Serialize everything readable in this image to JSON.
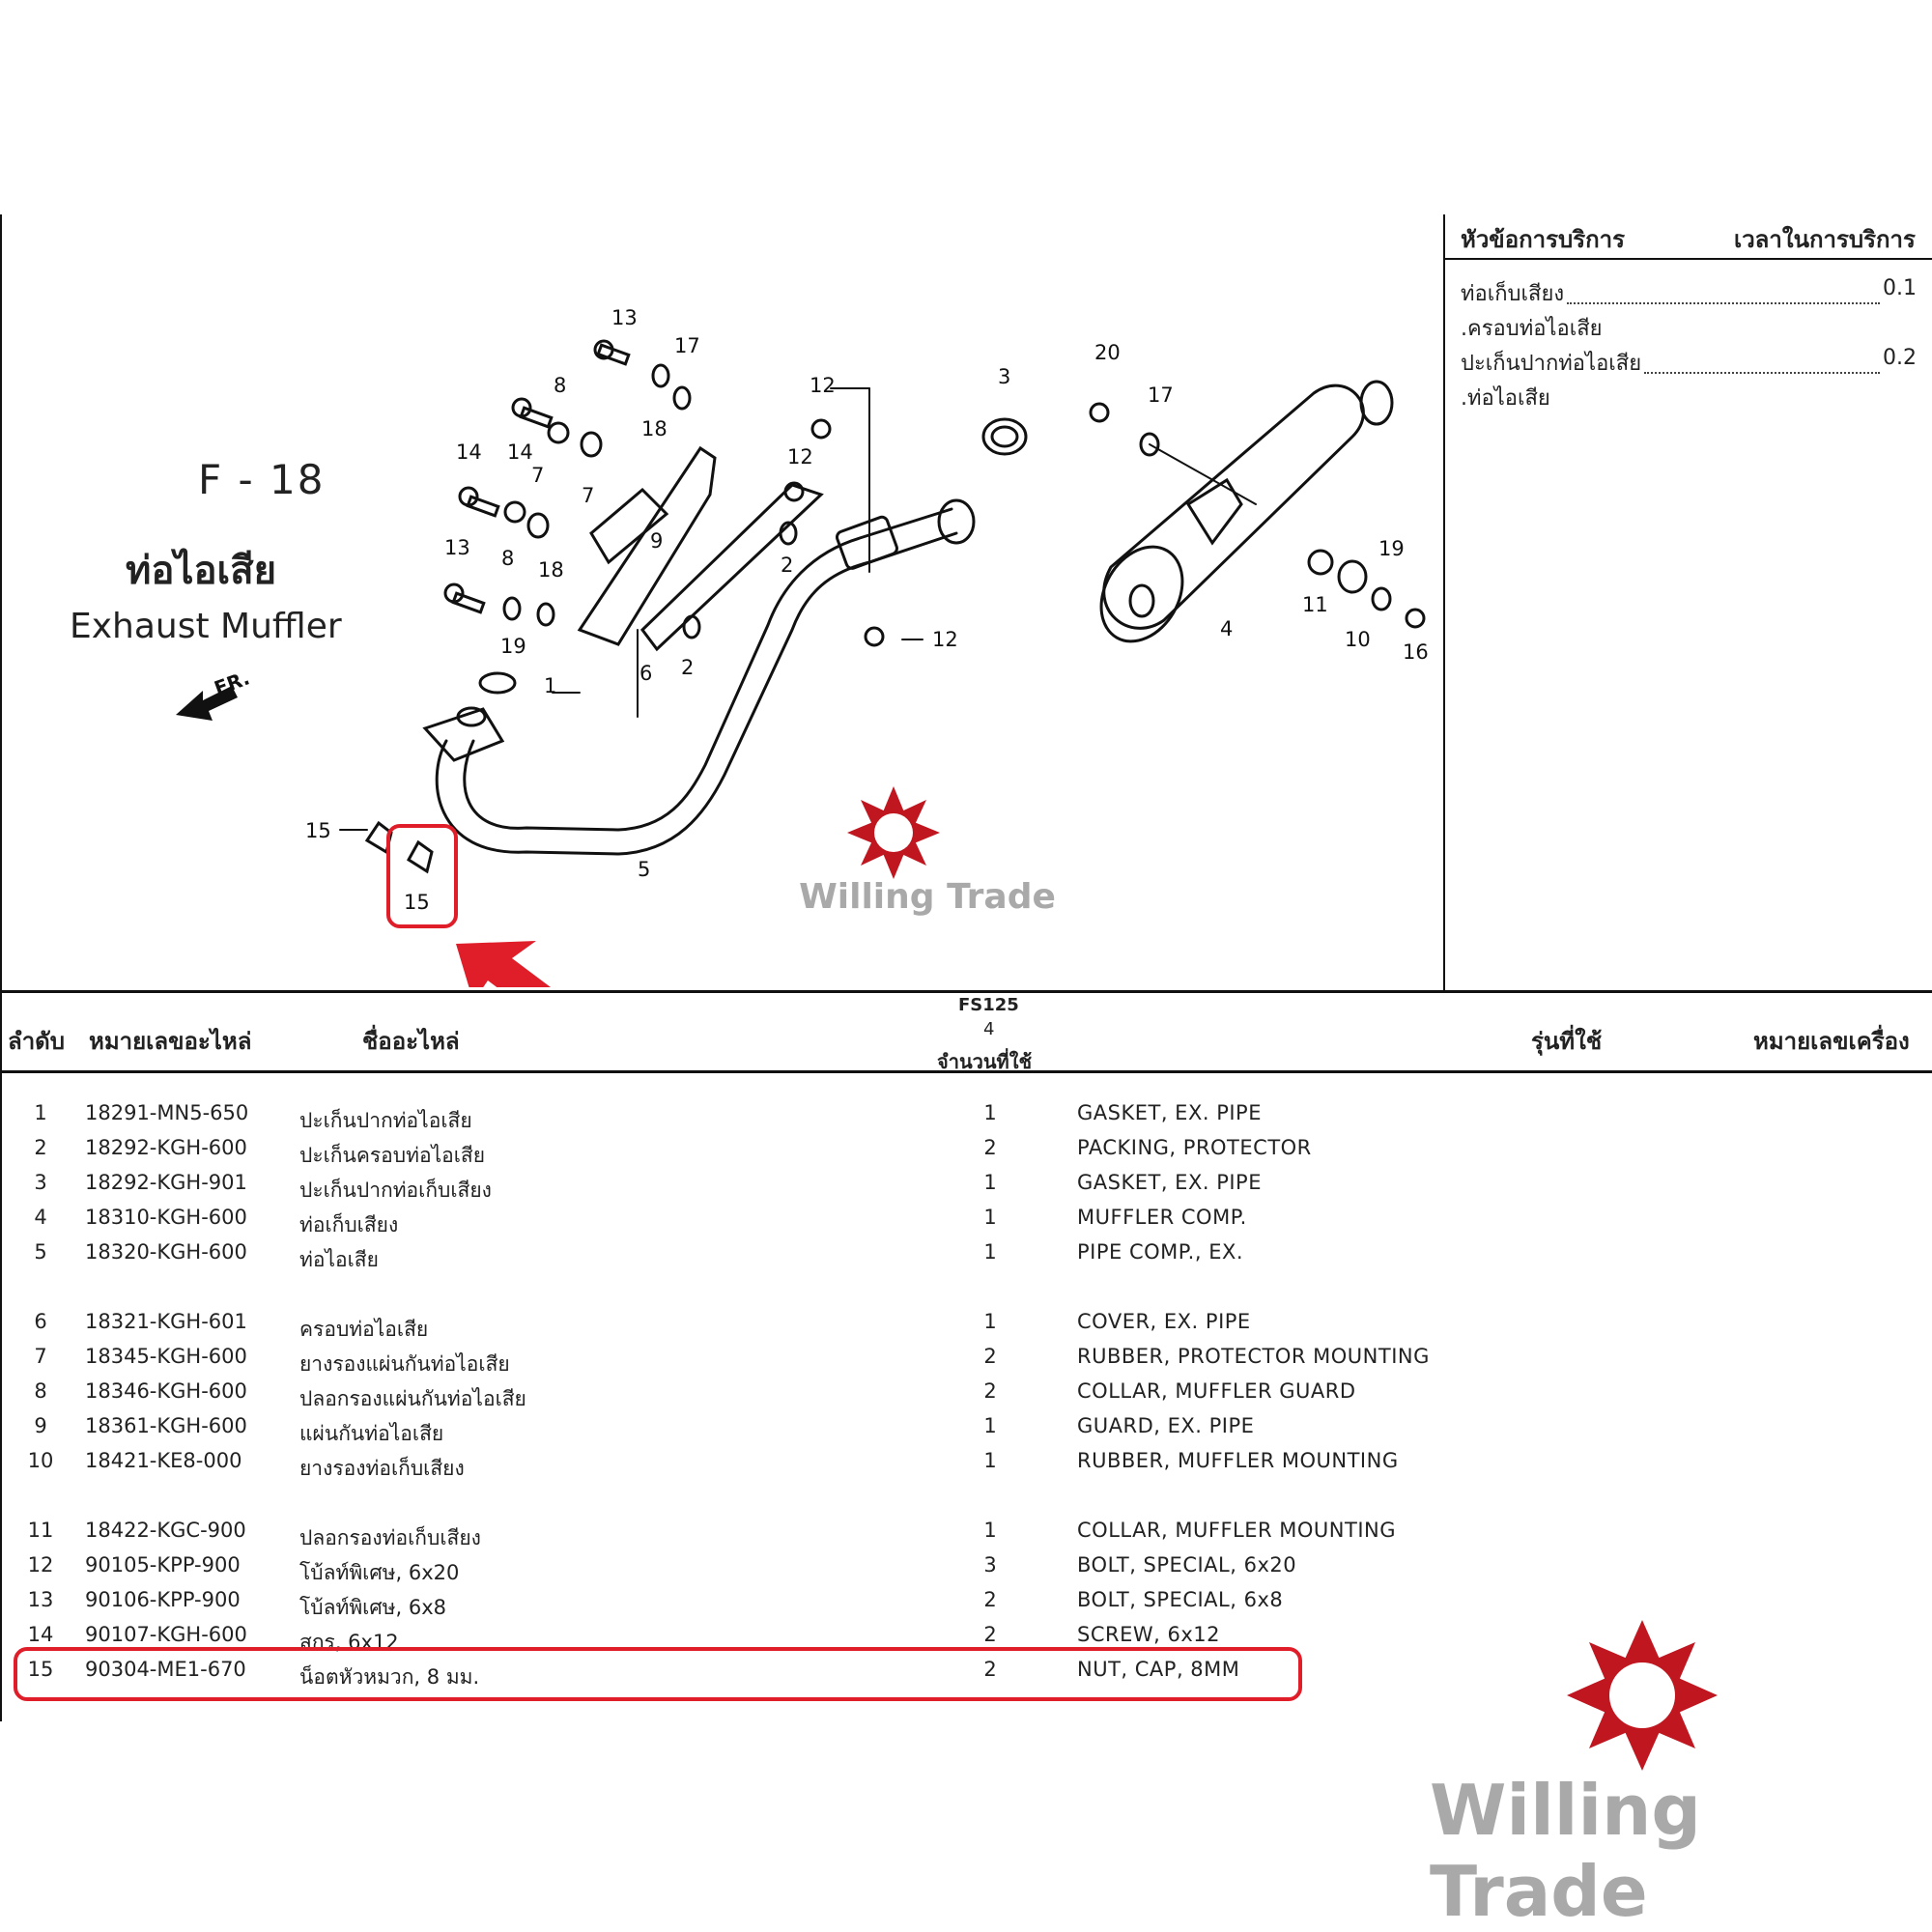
{
  "figure": {
    "code": "F - 18",
    "title_th": "ท่อไอเสีย",
    "title_en": "Exhaust Muffler",
    "front_label": "FR."
  },
  "callouts": [
    "1",
    "2",
    "2",
    "3",
    "4",
    "5",
    "6",
    "7",
    "7",
    "8",
    "8",
    "9",
    "10",
    "11",
    "12",
    "12",
    "12",
    "13",
    "13",
    "14",
    "14",
    "15",
    "15",
    "16",
    "17",
    "17",
    "18",
    "18",
    "19",
    "19",
    "20"
  ],
  "service": {
    "header_item": "หัวข้อการบริการ",
    "header_time": "เวลาในการบริการ",
    "rows": [
      {
        "name": "ท่อเก็บเสียง",
        "time": "0.1"
      },
      {
        "name": ".ครอบท่อไอเสีย",
        "time": ""
      },
      {
        "name": "ปะเก็นปากท่อไอเสีย",
        "time": "0.2"
      },
      {
        "name": ".ท่อไอเสีย",
        "time": ""
      }
    ]
  },
  "table": {
    "headers": {
      "no": "ลำดับ",
      "part_no": "หมายเลขอะไหล่",
      "name": "ชื่ออะไหล่",
      "model": "FS125",
      "model_sub": "4",
      "qty": "จำนวนที่ใช้",
      "applicable": "รุ่นที่ใช้",
      "engine_no": "หมายเลขเครื่อง"
    },
    "rows": [
      {
        "no": "1",
        "part_no": "18291-MN5-650",
        "name_th": "ปะเก็นปากท่อไอเสีย",
        "qty": "1",
        "name_en": "GASKET, EX. PIPE"
      },
      {
        "no": "2",
        "part_no": "18292-KGH-600",
        "name_th": "ปะเก็นครอบท่อไอเสีย",
        "qty": "2",
        "name_en": "PACKING, PROTECTOR"
      },
      {
        "no": "3",
        "part_no": "18292-KGH-901",
        "name_th": "ปะเก็นปากท่อเก็บเสียง",
        "qty": "1",
        "name_en": "GASKET, EX. PIPE"
      },
      {
        "no": "4",
        "part_no": "18310-KGH-600",
        "name_th": "ท่อเก็บเสียง",
        "qty": "1",
        "name_en": "MUFFLER COMP."
      },
      {
        "no": "5",
        "part_no": "18320-KGH-600",
        "name_th": "ท่อไอเสีย",
        "qty": "1",
        "name_en": "PIPE COMP., EX."
      },
      {
        "no": "6",
        "part_no": "18321-KGH-601",
        "name_th": "ครอบท่อไอเสีย",
        "qty": "1",
        "name_en": "COVER, EX. PIPE"
      },
      {
        "no": "7",
        "part_no": "18345-KGH-600",
        "name_th": "ยางรองแผ่นกันท่อไอเสีย",
        "qty": "2",
        "name_en": "RUBBER, PROTECTOR MOUNTING"
      },
      {
        "no": "8",
        "part_no": "18346-KGH-600",
        "name_th": "ปลอกรองแผ่นกันท่อไอเสีย",
        "qty": "2",
        "name_en": "COLLAR, MUFFLER GUARD"
      },
      {
        "no": "9",
        "part_no": "18361-KGH-600",
        "name_th": "แผ่นกันท่อไอเสีย",
        "qty": "1",
        "name_en": "GUARD, EX. PIPE"
      },
      {
        "no": "10",
        "part_no": "18421-KE8-000",
        "name_th": "ยางรองท่อเก็บเสียง",
        "qty": "1",
        "name_en": "RUBBER, MUFFLER MOUNTING"
      },
      {
        "no": "11",
        "part_no": "18422-KGC-900",
        "name_th": "ปลอกรองท่อเก็บเสียง",
        "qty": "1",
        "name_en": "COLLAR, MUFFLER MOUNTING"
      },
      {
        "no": "12",
        "part_no": "90105-KPP-900",
        "name_th": "โบ้ลท์พิเศษ, 6x20",
        "qty": "3",
        "name_en": "BOLT, SPECIAL, 6x20"
      },
      {
        "no": "13",
        "part_no": "90106-KPP-900",
        "name_th": "โบ้ลท์พิเศษ, 6x8",
        "qty": "2",
        "name_en": "BOLT, SPECIAL, 6x8"
      },
      {
        "no": "14",
        "part_no": "90107-KGH-600",
        "name_th": "สกร, 6x12",
        "qty": "2",
        "name_en": "SCREW, 6x12"
      },
      {
        "no": "15",
        "part_no": "90304-ME1-670",
        "name_th": "น็อตหัวหมวก, 8 มม.",
        "qty": "2",
        "name_en": "NUT, CAP, 8MM"
      }
    ]
  },
  "watermark": {
    "brand": "Willing Trade"
  },
  "logo": {
    "brand": "Willing Trade"
  },
  "colors": {
    "highlight": "#e01e2a",
    "logo_red": "#c0161f",
    "logo_gray": "#a9a9a9"
  }
}
